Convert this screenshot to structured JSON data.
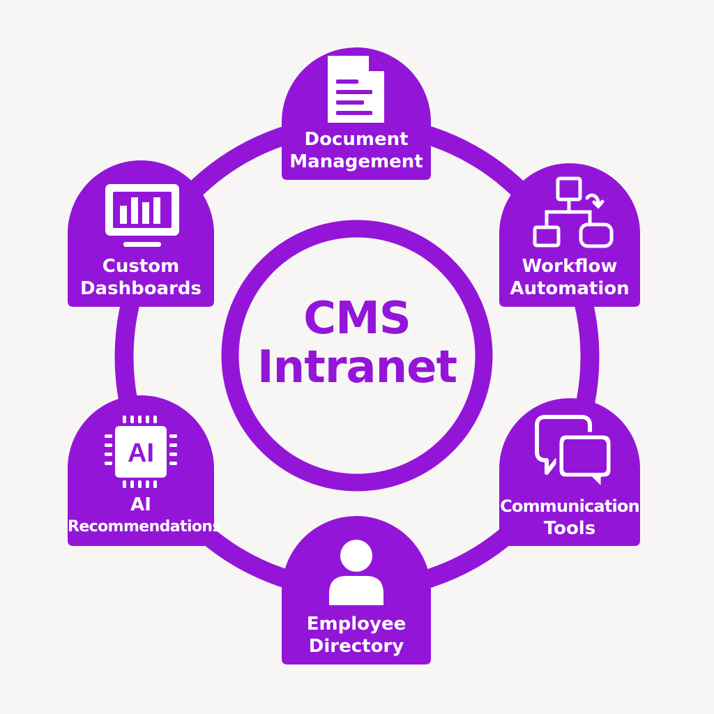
{
  "center": {
    "line1": "CMS",
    "line2": "Intranet"
  },
  "colors": {
    "accent": "#9316d8",
    "background": "#f8f6f4",
    "icon": "#ffffff"
  },
  "nodes": {
    "document_management": {
      "line1": "Document",
      "line2": "Management",
      "icon": "document-icon"
    },
    "workflow_automation": {
      "line1": "Workflow",
      "line2": "Automation",
      "icon": "workflow-icon"
    },
    "communication_tools": {
      "line1": "Communication",
      "line2": "Tools",
      "icon": "chat-bubbles-icon"
    },
    "employee_directory": {
      "line1": "Employee",
      "line2": "Directory",
      "icon": "person-icon"
    },
    "ai_recommendations": {
      "line1": "AI",
      "line2": "Recommendations",
      "icon": "ai-chip-icon",
      "chip_text": "AI"
    },
    "custom_dashboards": {
      "line1": "Custom",
      "line2": "Dashboards",
      "icon": "dashboard-monitor-icon"
    }
  }
}
